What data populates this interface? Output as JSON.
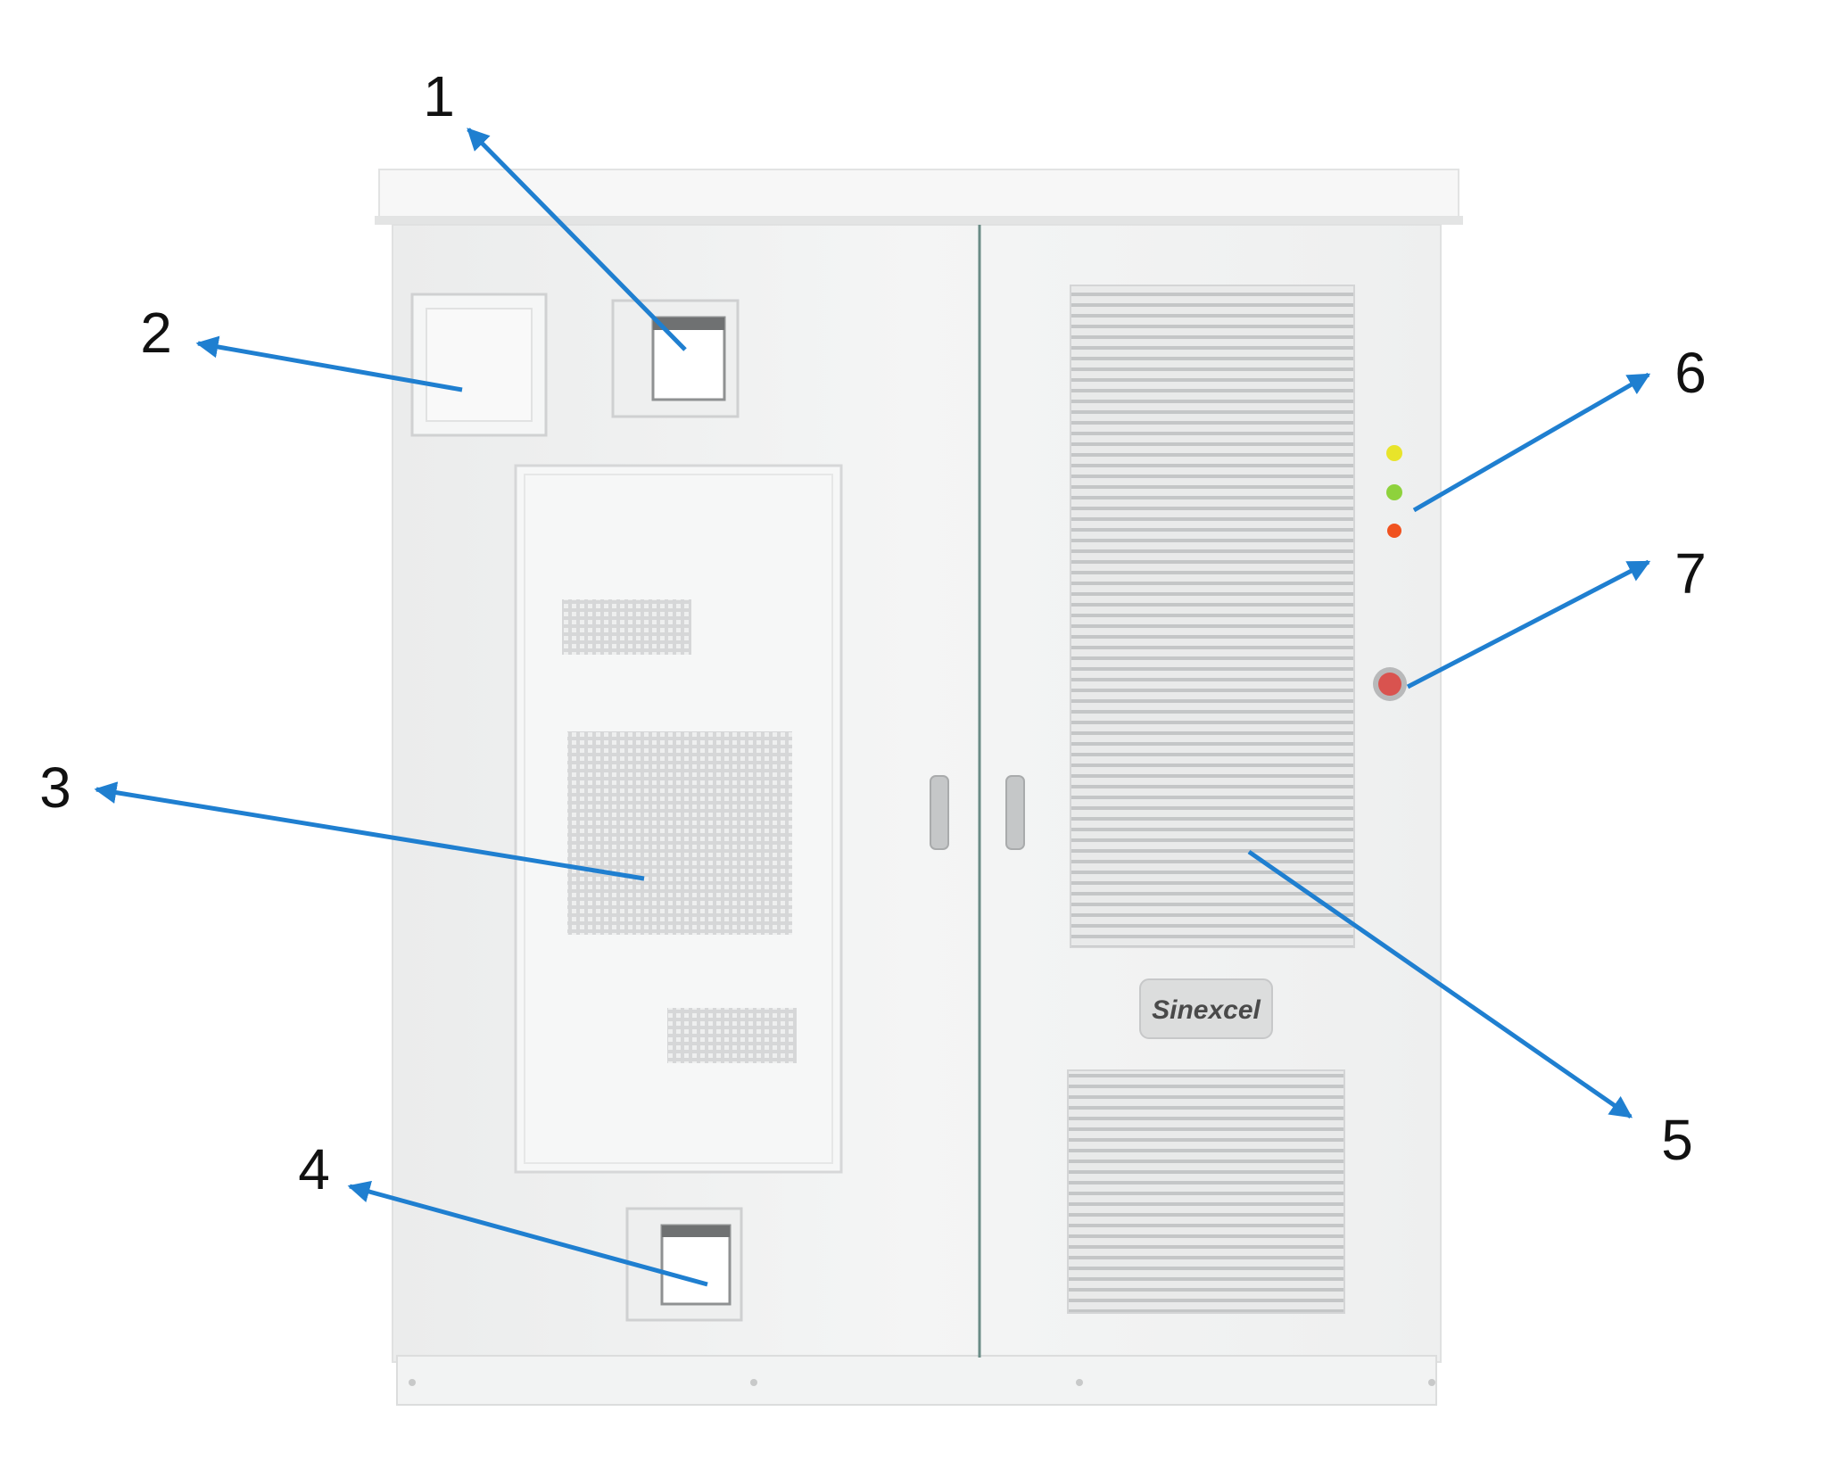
{
  "brand_badge": "Sinexcel",
  "colors": {
    "arrow": "#1f7fd0",
    "cabinet": "#f1f2f2",
    "vent_line": "#c9cbcc",
    "indicator_yellow": "#e8e42a",
    "indicator_green": "#8ed23c",
    "indicator_red": "#f0521f",
    "stop_button": "#d9534f"
  },
  "callouts": [
    {
      "label": "1",
      "target": "top-right-small-panel"
    },
    {
      "label": "2",
      "target": "top-left-small-panel"
    },
    {
      "label": "3",
      "target": "air-conditioner-unit"
    },
    {
      "label": "4",
      "target": "bottom-small-panel"
    },
    {
      "label": "5",
      "target": "right-door-vent"
    },
    {
      "label": "6",
      "target": "indicator-lights"
    },
    {
      "label": "7",
      "target": "emergency-stop-button"
    }
  ]
}
